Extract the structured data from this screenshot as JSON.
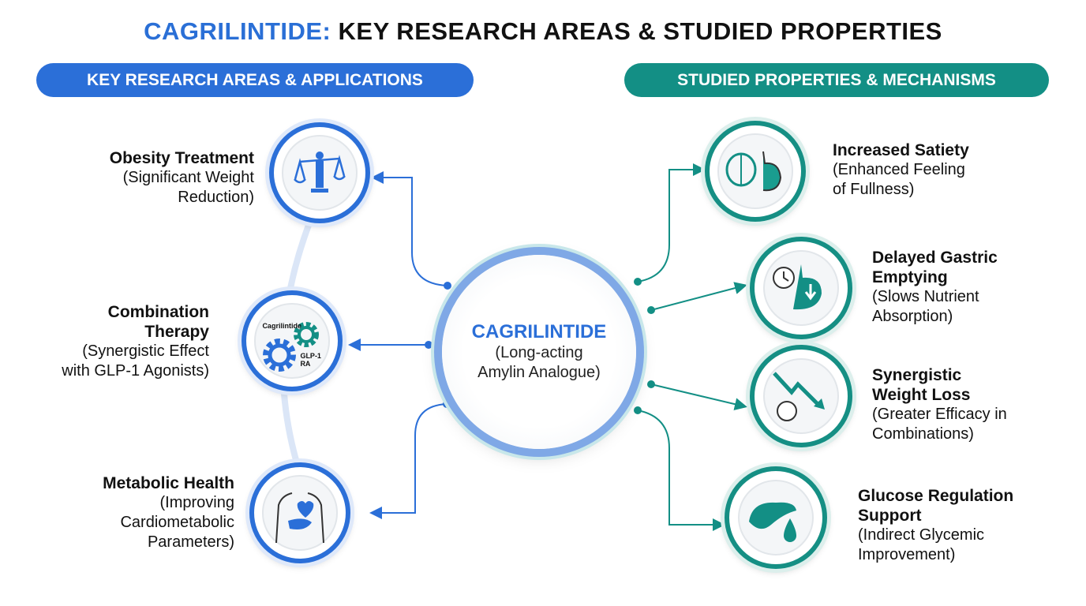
{
  "title": {
    "highlight": "CAGRILINTIDE:",
    "rest": "KEY RESEARCH AREAS & STUDIED PROPERTIES"
  },
  "left_header": "KEY RESEARCH AREAS & APPLICATIONS",
  "right_header": "STUDIED PROPERTIES & MECHANISMS",
  "center": {
    "name": "CAGRILINTIDE",
    "line1": "(Long-acting",
    "line2": "Amylin Analogue)"
  },
  "left_items": [
    {
      "title": "Obesity Treatment",
      "l1": "(Significant Weight",
      "l2": "Reduction)"
    },
    {
      "title1": "Combination",
      "title2": "Therapy",
      "l1": "(Synergistic Effect",
      "l2": "with GLP-1 Agonists)",
      "icon_text1": "Cagrilintide",
      "icon_text2": "GLP-1 RA"
    },
    {
      "title": "Metabolic Health",
      "l1": "(Improving",
      "l2": "Cardiometabolic",
      "l3": "Parameters)"
    }
  ],
  "right_items": [
    {
      "title": "Increased Satiety",
      "l1": "(Enhanced Feeling",
      "l2": "of Fullness)"
    },
    {
      "title1": "Delayed Gastric",
      "title2": "Emptying",
      "l1": "(Slows Nutrient",
      "l2": "Absorption)"
    },
    {
      "title1": "Synergistic",
      "title2": "Weight Loss",
      "l1": "(Greater Efficacy in",
      "l2": "Combinations)"
    },
    {
      "title1": "Glucose Regulation",
      "title2": "Support",
      "l1": "(Indirect Glycemic",
      "l2": "Improvement)"
    }
  ],
  "colors": {
    "blue": "#2b6fd8",
    "teal": "#138f85"
  }
}
